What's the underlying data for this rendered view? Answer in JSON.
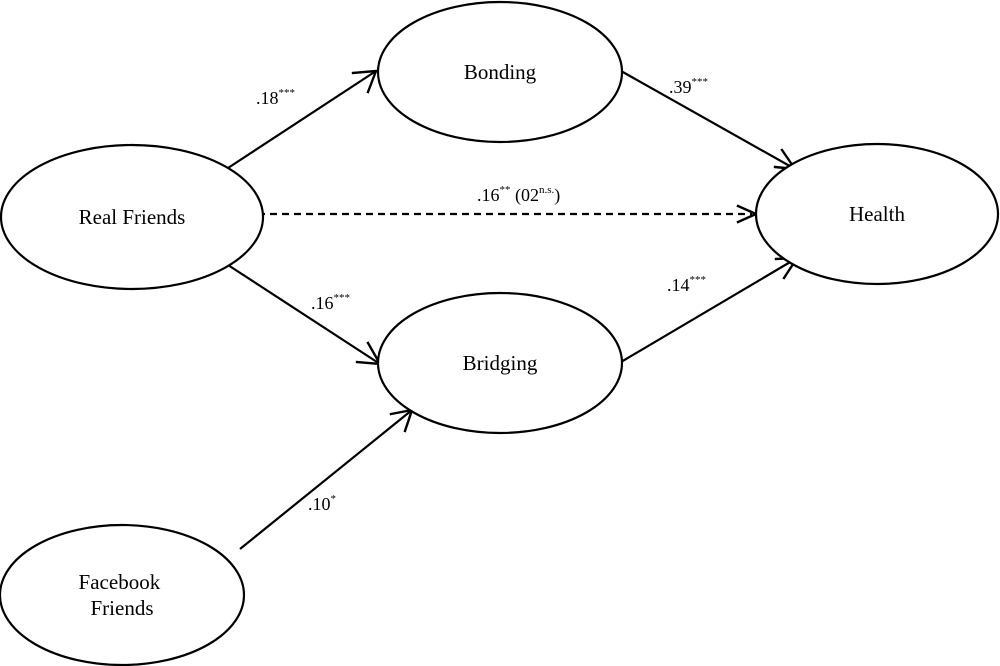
{
  "nodes": {
    "real_friends": {
      "label": "Real Friends"
    },
    "facebook_friends": {
      "line1": "Facebook",
      "line2": "Friends"
    },
    "bonding": {
      "label": "Bonding"
    },
    "bridging": {
      "label": "Bridging"
    },
    "health": {
      "label": "Health"
    }
  },
  "edges": {
    "real_bonding": {
      "value": ".18",
      "sig": "***"
    },
    "bonding_health": {
      "value": ".39",
      "sig": "***"
    },
    "real_health": {
      "value": ".16",
      "sig": "**",
      "paren_open": " (02",
      "paren_sig": "n.s.",
      "paren_close": ")"
    },
    "real_bridging": {
      "value": ".16",
      "sig": "***"
    },
    "bridging_health": {
      "value": ".14",
      "sig": "***"
    },
    "facebook_bridging": {
      "value": ".10",
      "sig": "*"
    }
  }
}
